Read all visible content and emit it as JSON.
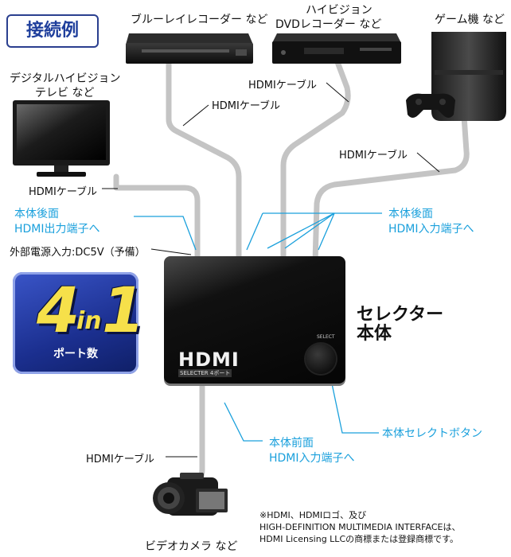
{
  "title": "接続例",
  "devices": {
    "bluray": "ブルーレイレコーダー など",
    "dvd_line1": "ハイビジョン",
    "dvd_line2": "DVDレコーダー など",
    "game": "ゲーム機 など",
    "tv_line1": "デジタルハイビジョン",
    "tv_line2": "テレビ など",
    "camera": "ビデオカメラ など"
  },
  "cables": {
    "bluray": "HDMIケーブル",
    "dvd": "HDMIケーブル",
    "game": "HDMIケーブル",
    "tv": "HDMIケーブル",
    "camera": "HDMIケーブル"
  },
  "callouts": {
    "rear_output_line1": "本体後面",
    "rear_output_line2": "HDMI出力端子へ",
    "rear_input_line1": "本体後面",
    "rear_input_line2": "HDMI入力端子へ",
    "front_input_line1": "本体前面",
    "front_input_line2": "HDMI入力端子へ",
    "select_button": "本体セレクトボタン",
    "power": "外部電源入力:DC5V（予備）"
  },
  "selector": {
    "label_line1": "セレクター",
    "label_line2": "本体",
    "logo": "HDMI",
    "logo_sub": "SELECTER 4ポート",
    "button_label": "SELECT"
  },
  "badge": {
    "big1": "4",
    "small": "in",
    "big2": "1",
    "caption": "ポート数"
  },
  "footnote": {
    "line1": "※HDMI、HDMIロゴ、及び",
    "line2": "HIGH-DEFINITION MULTIMEDIA INTERFACEは、",
    "line3": "HDMI Licensing LLCの商標または登録商標です。"
  },
  "colors": {
    "cable": "#c8c8c8",
    "callout": "#1aa0dc",
    "title": "#1f3f9c",
    "badge": "#1b2f8f",
    "badge_text": "#f6e04a"
  }
}
